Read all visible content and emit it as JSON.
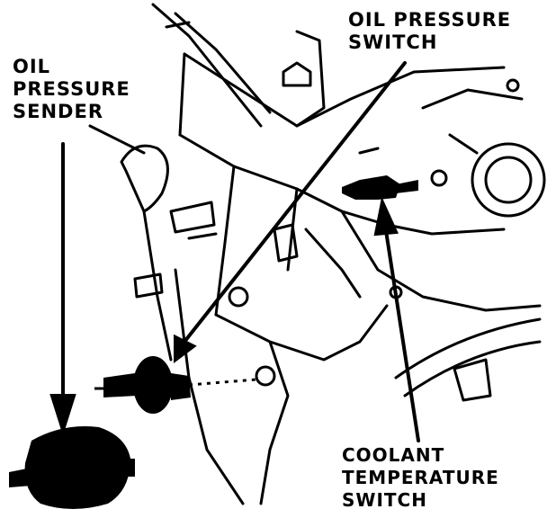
{
  "labels": {
    "oil_pressure_sender": [
      "OIL",
      "PRESSURE",
      "SENDER"
    ],
    "oil_pressure_switch": [
      "OIL PRESSURE",
      "SWITCH"
    ],
    "coolant_temperature_switch": [
      "COOLANT",
      "TEMPERATURE",
      "SWITCH"
    ]
  },
  "colors": {
    "ink": "#000000",
    "paper": "#ffffff"
  }
}
